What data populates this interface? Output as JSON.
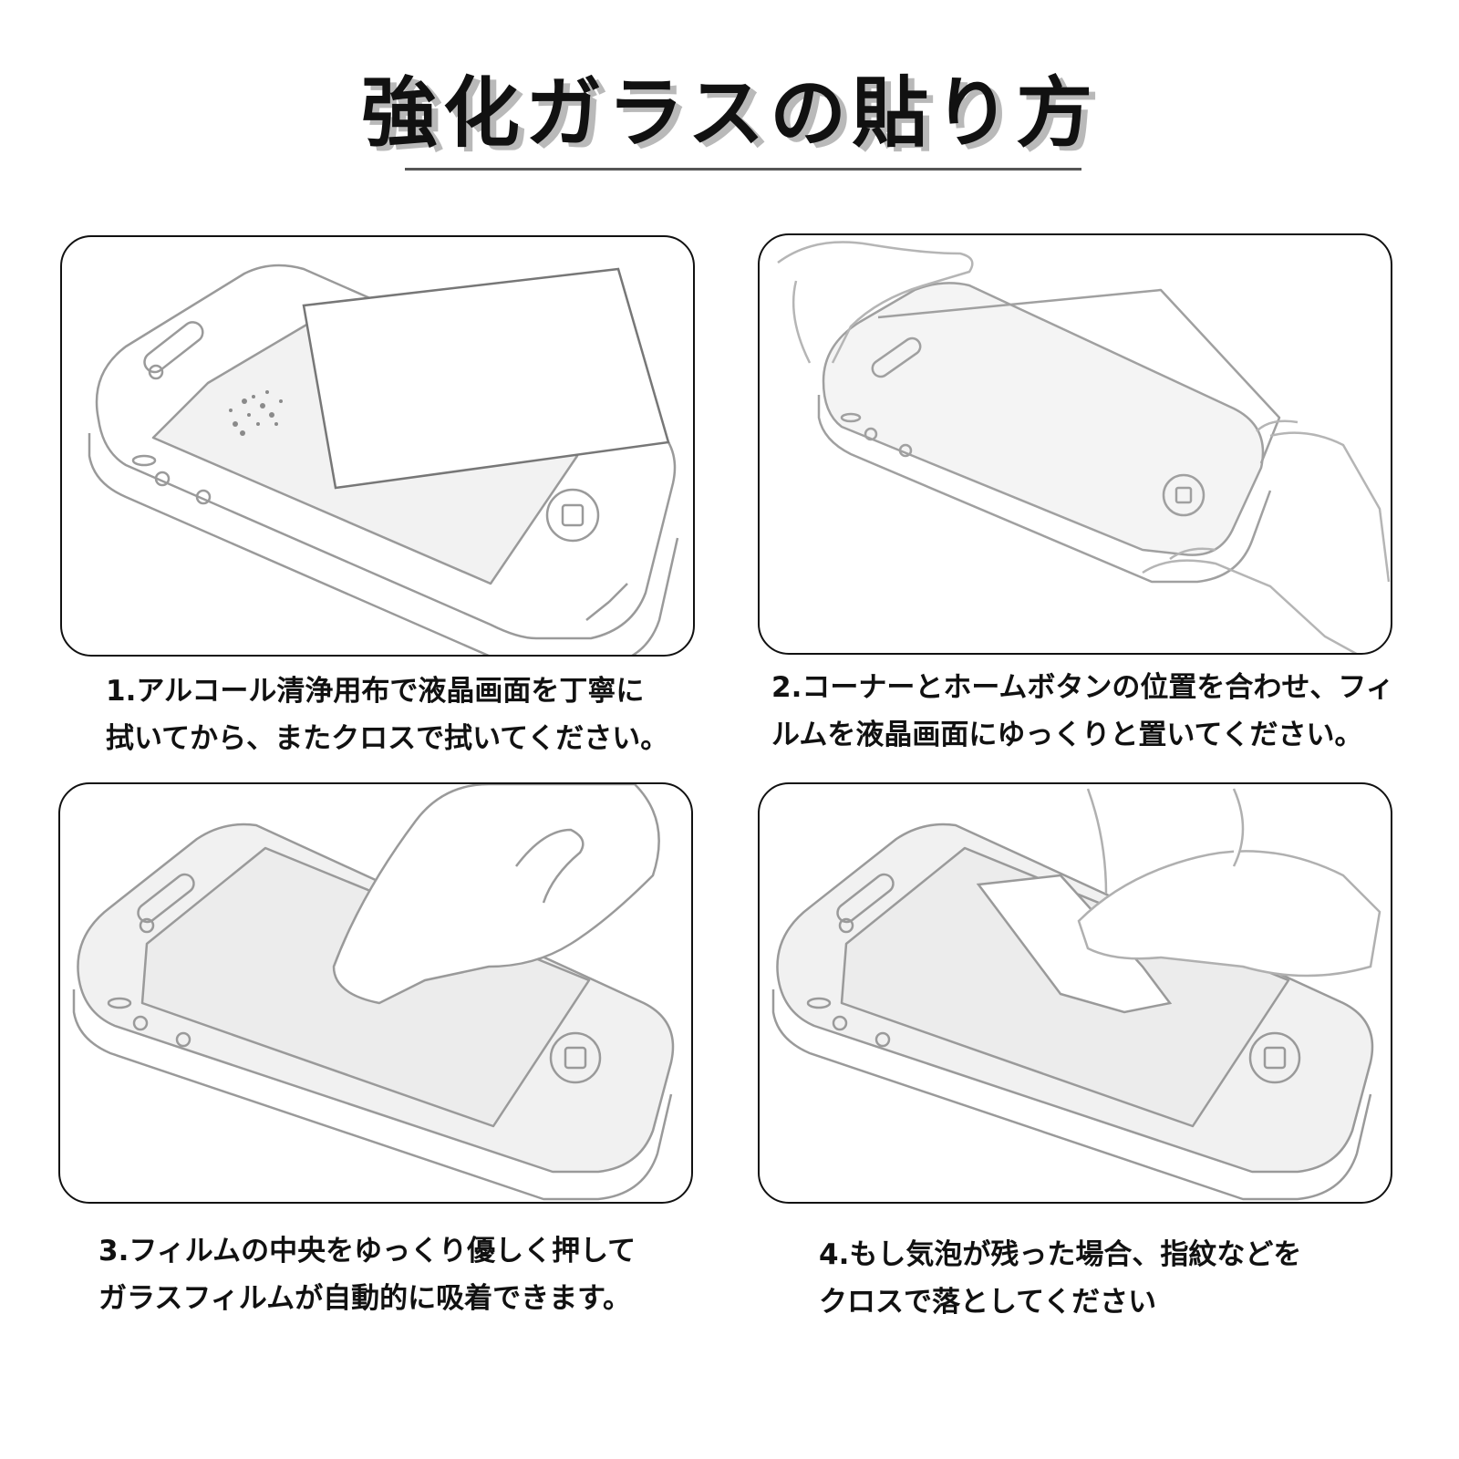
{
  "title": "強化ガラスの貼り方",
  "steps": [
    {
      "line1": "1.アルコール清浄用布で液晶画面を丁寧に",
      "line2": "拭いてから、またクロスで拭いてください。"
    },
    {
      "line1": "2.コーナーとホームボタンの位置を合わせ、フィ",
      "line2": "ルムを液晶画面にゆっくりと置いてください。"
    },
    {
      "line1": "3.フィルムの中央をゆっくり優しく押して",
      "line2": "ガラスフィルムが自動的に吸着できます。"
    },
    {
      "line1": "4.もし気泡が残った場合、指紋などを",
      "line2": "クロスで落としてください"
    }
  ]
}
